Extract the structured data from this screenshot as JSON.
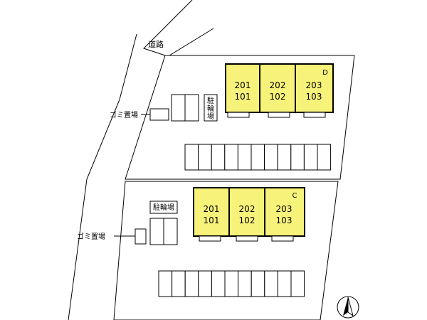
{
  "road": {
    "label": "道路"
  },
  "block_d": {
    "letter": "D",
    "units": [
      {
        "upper": "201",
        "lower": "101"
      },
      {
        "upper": "202",
        "lower": "102"
      },
      {
        "upper": "203",
        "lower": "103"
      }
    ],
    "bike_parking": {
      "lines": [
        "駐",
        "輪",
        "場"
      ]
    },
    "garbage": {
      "label": "ゴミ置場"
    },
    "parking_spaces": 11
  },
  "block_c": {
    "letter": "C",
    "units": [
      {
        "upper": "201",
        "lower": "101"
      },
      {
        "upper": "202",
        "lower": "102"
      },
      {
        "upper": "203",
        "lower": "103"
      }
    ],
    "bike_parking": {
      "label": "駐輪場"
    },
    "garbage": {
      "label": "ゴミ置場"
    },
    "parking_spaces": 11
  },
  "compass": {
    "icon": "north-arrow-icon"
  },
  "colors": {
    "unit_fill": "#f7f27a",
    "line": "#000000"
  }
}
